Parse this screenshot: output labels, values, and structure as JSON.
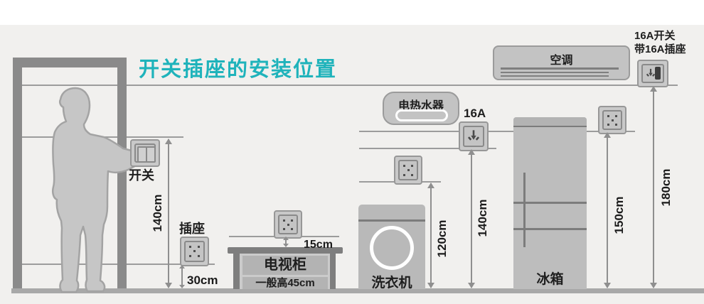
{
  "title": "开关插座的安装位置",
  "labels": {
    "switch": "开关",
    "socket": "插座",
    "tv_cabinet": "电视柜",
    "tv_note": "一般高45cm",
    "washer": "洗衣机",
    "heater": "电热水器",
    "heater_rating": "16A",
    "ac": "空调",
    "ac_note1": "16A开关",
    "ac_note2": "带16A插座",
    "fridge": "冰箱"
  },
  "dims": {
    "switch_height": "140cm",
    "low_socket_height": "30cm",
    "tv_socket_offset": "15cm",
    "washer_socket_height": "120cm",
    "heater_socket_height": "140cm",
    "fridge_socket_height": "150cm",
    "ac_socket_height": "180cm"
  },
  "colors": {
    "accent": "#1fb3bb",
    "structure_gray": "#8a8a8a",
    "appliance_gray": "#c3c3c3",
    "line_gray": "#9c9c9c",
    "text_dark": "#1e1e1e",
    "background": "#f1f0ee"
  }
}
